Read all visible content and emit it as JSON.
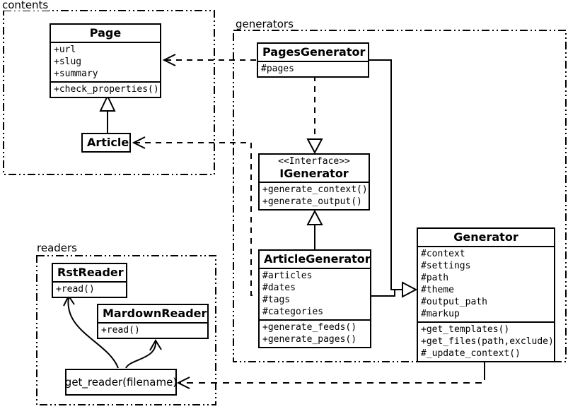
{
  "packages": {
    "contents": {
      "label": "contents"
    },
    "generators": {
      "label": "generators"
    },
    "readers": {
      "label": "readers"
    }
  },
  "classes": {
    "page": {
      "name": "Page",
      "attributes": [
        "+url",
        "+slug",
        "+summary"
      ],
      "methods": [
        "+check_properties()"
      ]
    },
    "article": {
      "name": "Article"
    },
    "pages_generator": {
      "name": "PagesGenerator",
      "attributes": [
        "#pages"
      ]
    },
    "igenerator": {
      "stereotype": "<<Interface>>",
      "name": "IGenerator",
      "methods": [
        "+generate_context()",
        "+generate_output()"
      ]
    },
    "article_generator": {
      "name": "ArticleGenerator",
      "attributes": [
        "#articles",
        "#dates",
        "#tags",
        "#categories"
      ],
      "methods": [
        "+generate_feeds()",
        "+generate_pages()"
      ]
    },
    "generator": {
      "name": "Generator",
      "attributes": [
        "#context",
        "#settings",
        "#path",
        "#theme",
        "#output_path",
        "#markup"
      ],
      "methods": [
        "+get_templates()",
        "+get_files(path,exclude)",
        "#_update_context()"
      ]
    },
    "rst_reader": {
      "name": "RstReader",
      "methods": [
        "+read()"
      ]
    },
    "markdown_reader": {
      "name": "MardownReader",
      "methods": [
        "+read()"
      ]
    },
    "get_reader": {
      "name": "get_reader(filename)"
    }
  },
  "relationships": [
    {
      "type": "generalization",
      "from": "Article",
      "to": "Page"
    },
    {
      "type": "realization",
      "from": "PagesGenerator",
      "to": "IGenerator"
    },
    {
      "type": "generalization",
      "from": "ArticleGenerator",
      "to": "IGenerator"
    },
    {
      "type": "generalization",
      "from": "PagesGenerator",
      "to": "Generator"
    },
    {
      "type": "generalization",
      "from": "ArticleGenerator",
      "to": "Generator"
    },
    {
      "type": "dependency",
      "from": "PagesGenerator",
      "to": "Page"
    },
    {
      "type": "dependency",
      "from": "ArticleGenerator",
      "to": "Article"
    },
    {
      "type": "dependency",
      "from": "Generator",
      "to": "get_reader(filename)"
    },
    {
      "type": "arrow",
      "from": "get_reader(filename)",
      "to": "RstReader"
    },
    {
      "type": "arrow",
      "from": "get_reader(filename)",
      "to": "MardownReader"
    }
  ],
  "colors": {
    "stroke": "#000000",
    "background": "#ffffff"
  }
}
